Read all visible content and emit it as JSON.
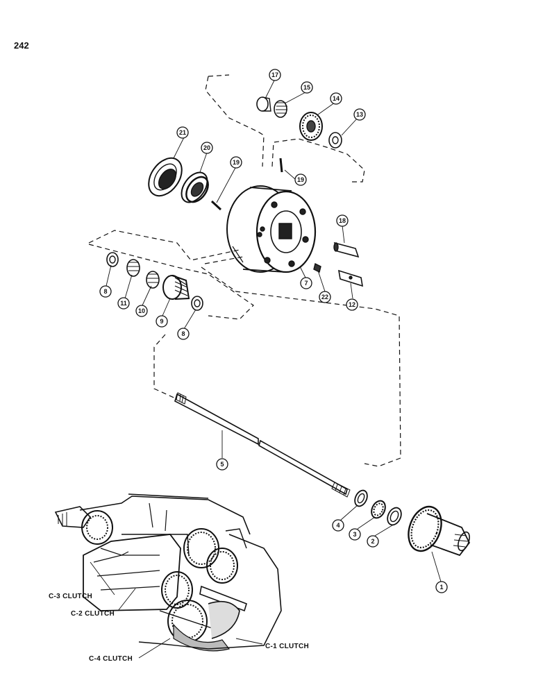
{
  "page": {
    "number": "242"
  },
  "callouts": {
    "c1": "1",
    "c2": "2",
    "c3": "3",
    "c4": "4",
    "c5": "5",
    "c7": "7",
    "c8a": "8",
    "c8b": "8",
    "c9": "9",
    "c10": "10",
    "c11": "11",
    "c12": "12",
    "c13": "13",
    "c14": "14",
    "c15": "15",
    "c17": "17",
    "c18": "18",
    "c19a": "19",
    "c19b": "19",
    "c20": "20",
    "c21": "21",
    "c22": "22"
  },
  "clutch_labels": {
    "c3": "C-3 CLUTCH",
    "c2": "C-2 CLUTCH",
    "c4": "C-4 CLUTCH",
    "c1": "C-1 CLUTCH"
  }
}
